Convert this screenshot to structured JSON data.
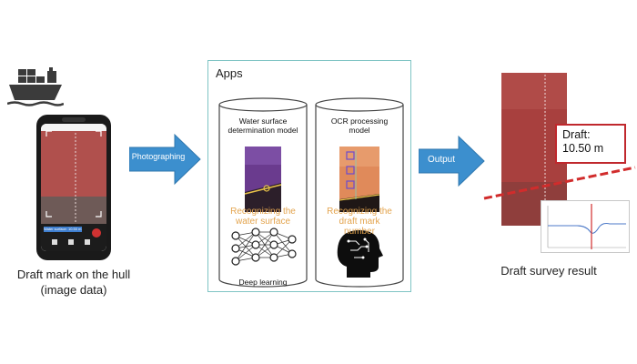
{
  "phone": {
    "caption_line1": "Draft mark on the hull",
    "caption_line2": "(image data)",
    "screen_bar_text": "Water surface: 10.50 m"
  },
  "arrows": {
    "photographing": "Photographing",
    "output": "Output"
  },
  "apps": {
    "title": "Apps",
    "left_model": {
      "title_line1": "Water surface",
      "title_line2": "determination model",
      "step_line1": "Recognizing the",
      "step_line2": "water surface",
      "method": "Deep learning"
    },
    "right_model": {
      "title_line1": "OCR processing",
      "title_line2": "model",
      "step_line1": "Recognizing the",
      "step_line2": "draft mark",
      "step_line3": "number"
    }
  },
  "result": {
    "draft_label": "Draft:",
    "draft_value": "10.50 m",
    "caption": "Draft survey result"
  },
  "colors": {
    "arrow_blue": "#3c8fce",
    "apps_border": "#7fc4c4",
    "highlight_orange": "#e3a44e",
    "draft_red": "#c0282d",
    "hull_red": "#a8403e"
  }
}
